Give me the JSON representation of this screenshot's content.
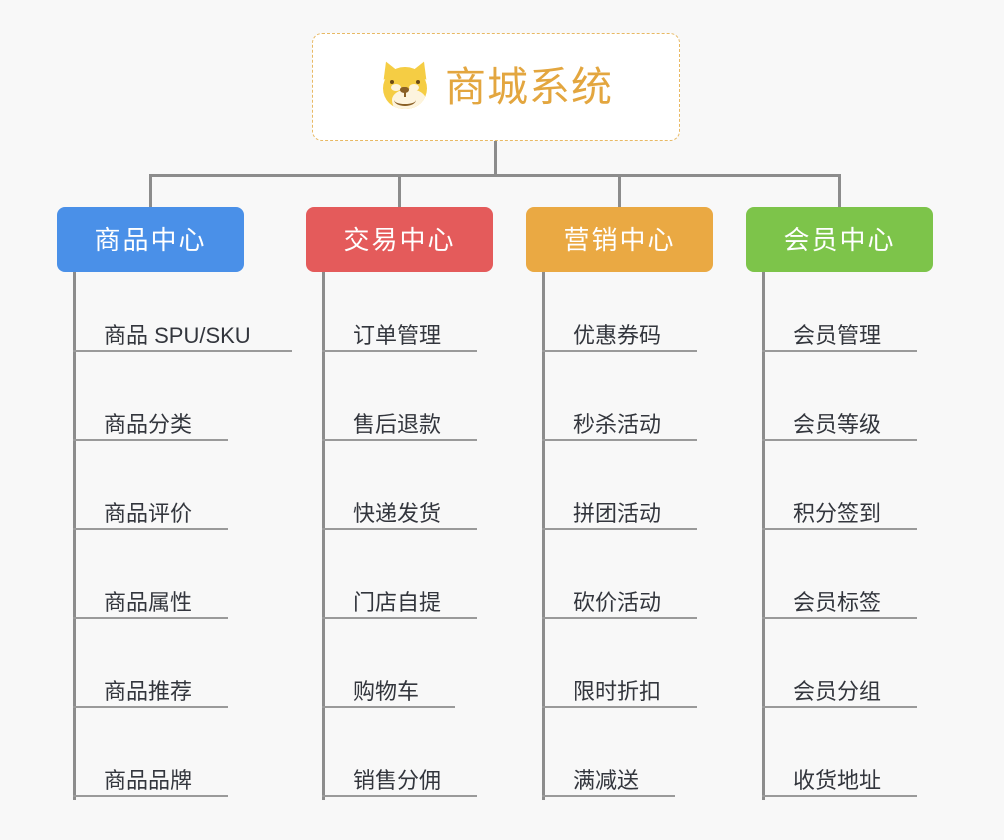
{
  "background_color": "#f8f8f8",
  "root": {
    "title": "商城系统",
    "icon": "dog-face-icon",
    "text_color": "#e3a63f",
    "border_color": "#e8b964",
    "background": "#ffffff"
  },
  "branches": [
    {
      "label": "商品中心",
      "color": "#4a90e8",
      "items": [
        "商品 SPU/SKU",
        "商品分类",
        "商品评价",
        "商品属性",
        "商品推荐",
        "商品品牌"
      ]
    },
    {
      "label": "交易中心",
      "color": "#e45b5b",
      "items": [
        "订单管理",
        "售后退款",
        "快递发货",
        "门店自提",
        "购物车",
        "销售分佣"
      ]
    },
    {
      "label": "营销中心",
      "color": "#eaa943",
      "items": [
        "优惠券码",
        "秒杀活动",
        "拼团活动",
        "砍价活动",
        "限时折扣",
        "满减送"
      ]
    },
    {
      "label": "会员中心",
      "color": "#7dc44a",
      "items": [
        "会员管理",
        "会员等级",
        "积分签到",
        "会员标签",
        "会员分组",
        "收货地址"
      ]
    }
  ],
  "connector_color": "#8c8c8c",
  "leaf_line_color": "#9a9a9a",
  "leaf_text_color": "#33363d"
}
